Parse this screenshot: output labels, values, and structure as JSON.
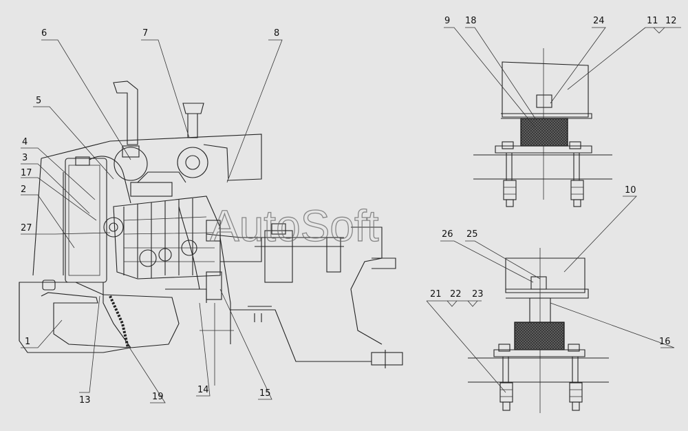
{
  "watermark": "AutoSoft",
  "callouts": {
    "c1": "1",
    "c2": "2",
    "c3": "3",
    "c4": "4",
    "c5": "5",
    "c6": "6",
    "c7": "7",
    "c8": "8",
    "c9": "9",
    "c10": "10",
    "c11": "11",
    "c12": "12",
    "c13": "13",
    "c14": "14",
    "c15": "15",
    "c16": "16",
    "c17": "17",
    "c18": "18",
    "c19": "19",
    "c21": "21",
    "c22": "22",
    "c23": "23",
    "c24": "24",
    "c25": "25",
    "c26": "26",
    "c27": "27"
  }
}
